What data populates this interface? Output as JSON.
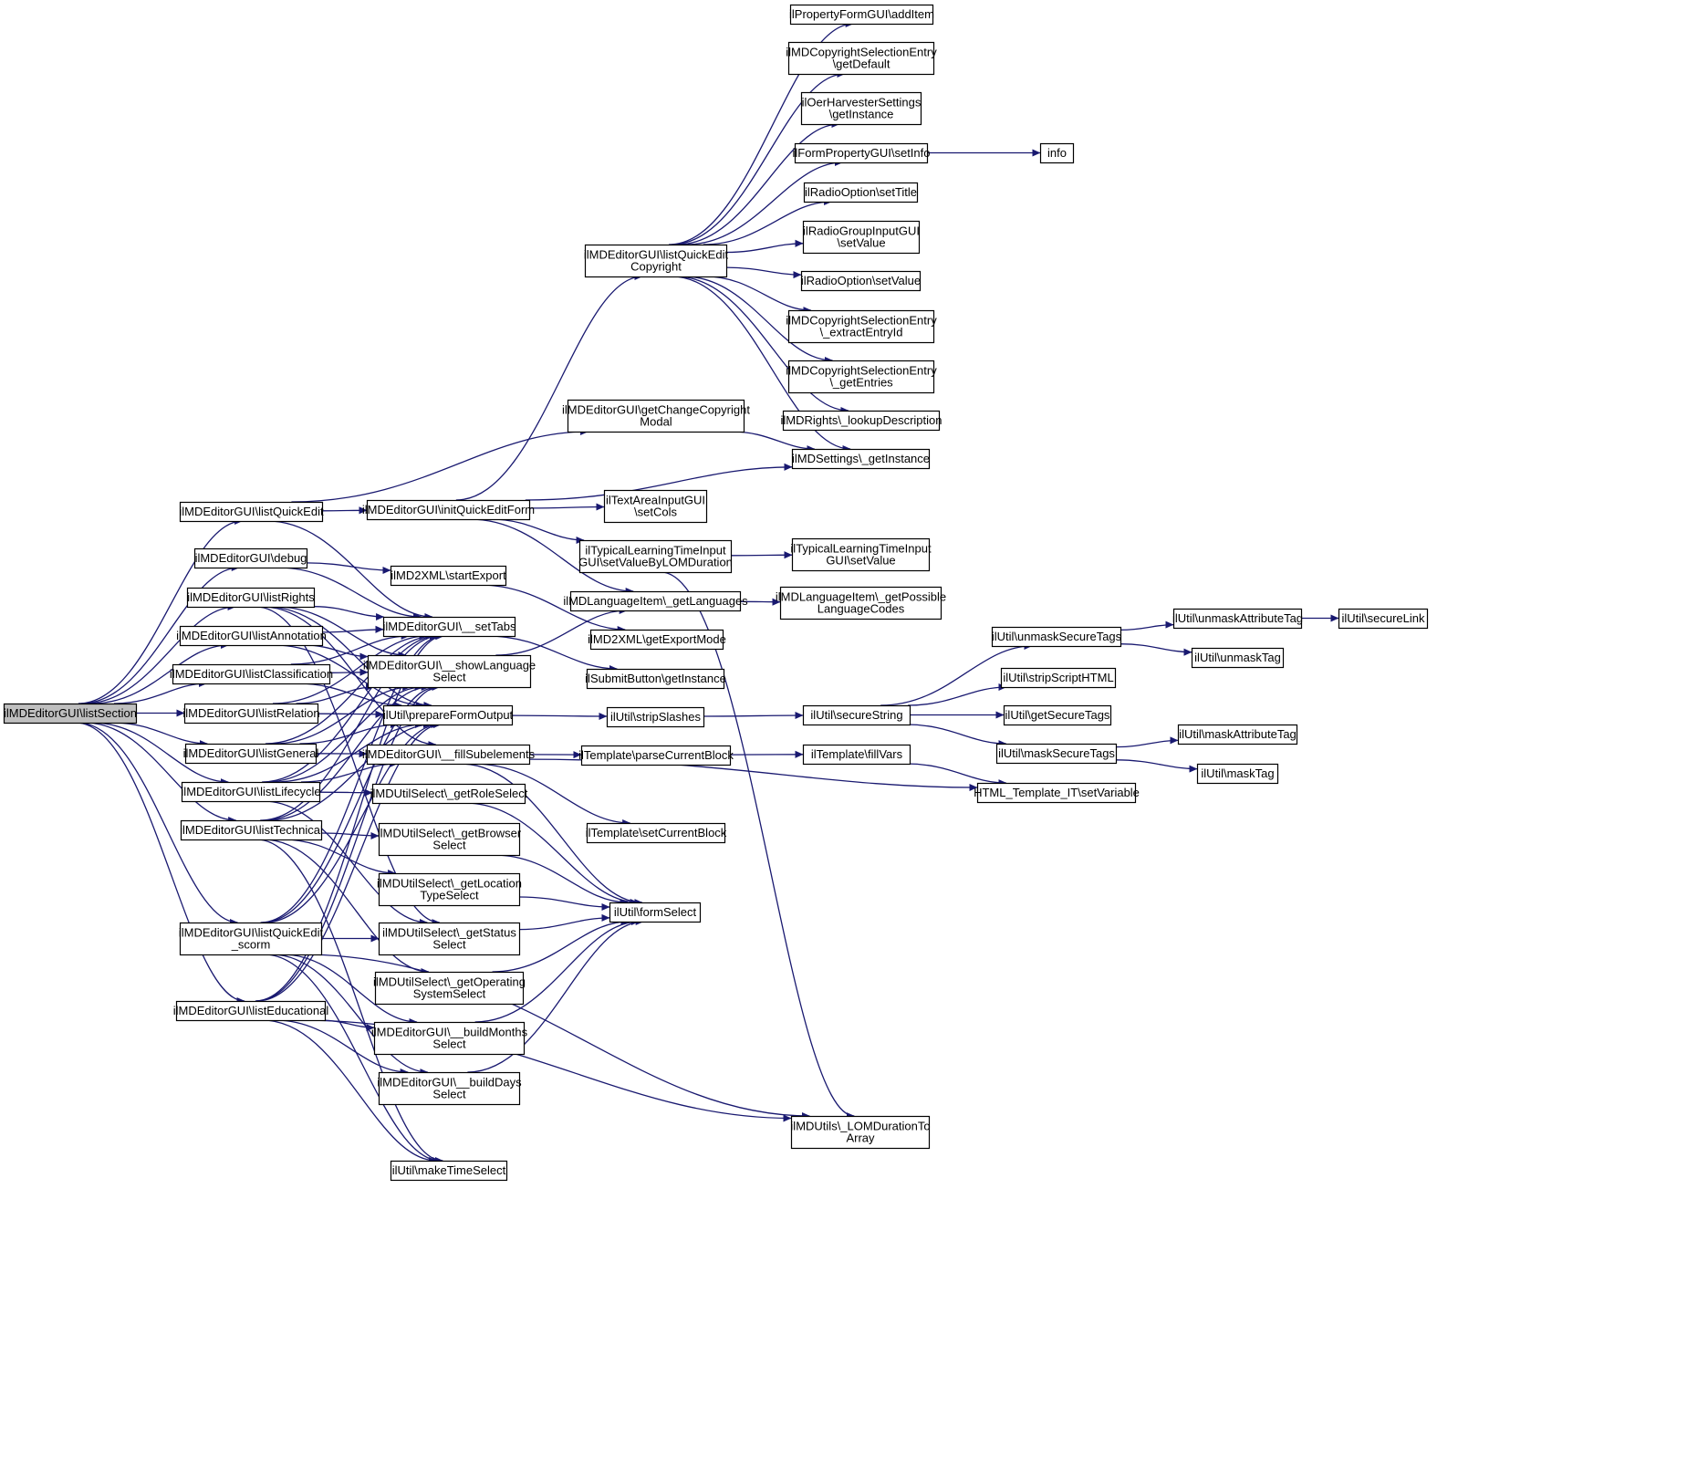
{
  "diagram": {
    "title": "",
    "colors": {
      "edge": "#191970",
      "node_border": "#000000",
      "node_fill": "#ffffff",
      "root_fill": "#bfbfbf"
    },
    "nodes": [
      {
        "id": "listSection",
        "lines": [
          "ilMDEditorGUI\\listSection"
        ],
        "root": true
      },
      {
        "id": "listQuickEdit",
        "lines": [
          "ilMDEditorGUI\\listQuickEdit"
        ]
      },
      {
        "id": "debug",
        "lines": [
          "ilMDEditorGUI\\debug"
        ]
      },
      {
        "id": "listRights",
        "lines": [
          "ilMDEditorGUI\\listRights"
        ]
      },
      {
        "id": "listAnnotation",
        "lines": [
          "ilMDEditorGUI\\listAnnotation"
        ]
      },
      {
        "id": "listClassification",
        "lines": [
          "ilMDEditorGUI\\listClassification"
        ]
      },
      {
        "id": "listRelation",
        "lines": [
          "ilMDEditorGUI\\listRelation"
        ]
      },
      {
        "id": "listGeneral",
        "lines": [
          "ilMDEditorGUI\\listGeneral"
        ]
      },
      {
        "id": "listLifecycle",
        "lines": [
          "ilMDEditorGUI\\listLifecycle"
        ]
      },
      {
        "id": "listTechnical",
        "lines": [
          "ilMDEditorGUI\\listTechnical"
        ]
      },
      {
        "id": "listQuickEdit_scorm",
        "lines": [
          "ilMDEditorGUI\\listQuickEdit",
          "_scorm"
        ]
      },
      {
        "id": "listEducational",
        "lines": [
          "ilMDEditorGUI\\listEducational"
        ]
      },
      {
        "id": "initQuickEditForm",
        "lines": [
          "ilMDEditorGUI\\initQuickEditForm"
        ]
      },
      {
        "id": "startExport",
        "lines": [
          "ilMD2XML\\startExport"
        ]
      },
      {
        "id": "setTabs",
        "lines": [
          "ilMDEditorGUI\\__setTabs"
        ]
      },
      {
        "id": "showLanguageSelect",
        "lines": [
          "ilMDEditorGUI\\__showLanguage",
          "Select"
        ]
      },
      {
        "id": "prepareFormOutput",
        "lines": [
          "ilUtil\\prepareFormOutput"
        ]
      },
      {
        "id": "fillSubelements",
        "lines": [
          "ilMDEditorGUI\\__fillSubelements"
        ]
      },
      {
        "id": "getRoleSelect",
        "lines": [
          "ilMDUtilSelect\\_getRoleSelect"
        ]
      },
      {
        "id": "getBrowserSelect",
        "lines": [
          "ilMDUtilSelect\\_getBrowser",
          "Select"
        ]
      },
      {
        "id": "getLocationTypeSelect",
        "lines": [
          "ilMDUtilSelect\\_getLocation",
          "TypeSelect"
        ]
      },
      {
        "id": "getStatusSelect",
        "lines": [
          "ilMDUtilSelect\\_getStatus",
          "Select"
        ]
      },
      {
        "id": "getOperatingSystemSelect",
        "lines": [
          "ilMDUtilSelect\\_getOperating",
          "SystemSelect"
        ]
      },
      {
        "id": "buildMonthsSelect",
        "lines": [
          "ilMDEditorGUI\\__buildMonths",
          "Select"
        ]
      },
      {
        "id": "buildDaysSelect",
        "lines": [
          "ilMDEditorGUI\\__buildDays",
          "Select"
        ]
      },
      {
        "id": "makeTimeSelect",
        "lines": [
          "ilUtil\\makeTimeSelect"
        ]
      },
      {
        "id": "listQuickEditCopyright",
        "lines": [
          "ilMDEditorGUI\\listQuickEdit",
          "Copyright"
        ]
      },
      {
        "id": "getChangeCopyrightModal",
        "lines": [
          "ilMDEditorGUI\\getChangeCopyright",
          "Modal"
        ]
      },
      {
        "id": "setCols",
        "lines": [
          "ilTextAreaInputGUI",
          "\\setCols"
        ]
      },
      {
        "id": "setValueByLOMDuration",
        "lines": [
          "ilTypicalLearningTimeInput",
          "GUI\\setValueByLOMDuration"
        ]
      },
      {
        "id": "getLanguages",
        "lines": [
          "ilMDLanguageItem\\_getLanguages"
        ]
      },
      {
        "id": "getExportMode",
        "lines": [
          "ilMD2XML\\getExportMode"
        ]
      },
      {
        "id": "submitGetInstance",
        "lines": [
          "ilSubmitButton\\getInstance"
        ]
      },
      {
        "id": "stripSlashes",
        "lines": [
          "ilUtil\\stripSlashes"
        ]
      },
      {
        "id": "parseCurrentBlock",
        "lines": [
          "ilTemplate\\parseCurrentBlock"
        ]
      },
      {
        "id": "setCurrentBlock",
        "lines": [
          "ilTemplate\\setCurrentBlock"
        ]
      },
      {
        "id": "formSelect",
        "lines": [
          "ilUtil\\formSelect"
        ]
      },
      {
        "id": "addItem",
        "lines": [
          "ilPropertyFormGUI\\addItem"
        ]
      },
      {
        "id": "getDefault",
        "lines": [
          "ilMDCopyrightSelectionEntry",
          "\\getDefault"
        ]
      },
      {
        "id": "oerGetInstance",
        "lines": [
          "ilOerHarvesterSettings",
          "\\getInstance"
        ]
      },
      {
        "id": "setInfo",
        "lines": [
          "ilFormPropertyGUI\\setInfo"
        ]
      },
      {
        "id": "radioSetTitle",
        "lines": [
          "ilRadioOption\\setTitle"
        ]
      },
      {
        "id": "radioGroupSetValue",
        "lines": [
          "ilRadioGroupInputGUI",
          "\\setValue"
        ]
      },
      {
        "id": "radioSetValue",
        "lines": [
          "ilRadioOption\\setValue"
        ]
      },
      {
        "id": "extractEntryId",
        "lines": [
          "ilMDCopyrightSelectionEntry",
          "\\_extractEntryId"
        ]
      },
      {
        "id": "getEntries",
        "lines": [
          "ilMDCopyrightSelectionEntry",
          "\\_getEntries"
        ]
      },
      {
        "id": "lookupDescription",
        "lines": [
          "ilMDRights\\_lookupDescription"
        ]
      },
      {
        "id": "mdSettingsGetInstance",
        "lines": [
          "ilMDSettings\\_getInstance"
        ]
      },
      {
        "id": "tltSetValue",
        "lines": [
          "ilTypicalLearningTimeInput",
          "GUI\\setValue"
        ]
      },
      {
        "id": "getPossibleLanguageCodes",
        "lines": [
          "ilMDLanguageItem\\_getPossible",
          "LanguageCodes"
        ]
      },
      {
        "id": "LOMDurationToArray",
        "lines": [
          "ilMDUtils\\_LOMDurationTo",
          "Array"
        ]
      },
      {
        "id": "secureString",
        "lines": [
          "ilUtil\\secureString"
        ]
      },
      {
        "id": "fillVars",
        "lines": [
          "ilTemplate\\fillVars"
        ]
      },
      {
        "id": "setVariable",
        "lines": [
          "HTML_Template_IT\\setVariable"
        ]
      },
      {
        "id": "info",
        "lines": [
          "info"
        ]
      },
      {
        "id": "unmaskSecureTags",
        "lines": [
          "ilUtil\\unmaskSecureTags"
        ]
      },
      {
        "id": "stripScriptHTML",
        "lines": [
          "ilUtil\\stripScriptHTML"
        ]
      },
      {
        "id": "getSecureTags",
        "lines": [
          "ilUtil\\getSecureTags"
        ]
      },
      {
        "id": "maskSecureTags",
        "lines": [
          "ilUtil\\maskSecureTags"
        ]
      },
      {
        "id": "unmaskAttributeTag",
        "lines": [
          "ilUtil\\unmaskAttributeTag"
        ]
      },
      {
        "id": "unmaskTag",
        "lines": [
          "ilUtil\\unmaskTag"
        ]
      },
      {
        "id": "maskAttributeTag",
        "lines": [
          "ilUtil\\maskAttributeTag"
        ]
      },
      {
        "id": "maskTag",
        "lines": [
          "ilUtil\\maskTag"
        ]
      },
      {
        "id": "secureLink",
        "lines": [
          "ilUtil\\secureLink"
        ]
      }
    ],
    "edges": [
      [
        "listSection",
        "listQuickEdit"
      ],
      [
        "listSection",
        "debug"
      ],
      [
        "listSection",
        "listRights"
      ],
      [
        "listSection",
        "listAnnotation"
      ],
      [
        "listSection",
        "listClassification"
      ],
      [
        "listSection",
        "listRelation"
      ],
      [
        "listSection",
        "listGeneral"
      ],
      [
        "listSection",
        "listLifecycle"
      ],
      [
        "listSection",
        "listTechnical"
      ],
      [
        "listSection",
        "listQuickEdit_scorm"
      ],
      [
        "listSection",
        "listEducational"
      ],
      [
        "listQuickEdit",
        "initQuickEditForm"
      ],
      [
        "listQuickEdit",
        "getChangeCopyrightModal"
      ],
      [
        "listQuickEdit",
        "setTabs"
      ],
      [
        "debug",
        "startExport"
      ],
      [
        "debug",
        "setTabs"
      ],
      [
        "listRights",
        "setTabs"
      ],
      [
        "listRights",
        "showLanguageSelect"
      ],
      [
        "listRights",
        "prepareFormOutput"
      ],
      [
        "listRights",
        "fillSubelements"
      ],
      [
        "listRights",
        "getStatusSelect"
      ],
      [
        "listAnnotation",
        "setTabs"
      ],
      [
        "listAnnotation",
        "showLanguageSelect"
      ],
      [
        "listAnnotation",
        "prepareFormOutput"
      ],
      [
        "listClassification",
        "setTabs"
      ],
      [
        "listClassification",
        "showLanguageSelect"
      ],
      [
        "listClassification",
        "prepareFormOutput"
      ],
      [
        "listRelation",
        "setTabs"
      ],
      [
        "listRelation",
        "showLanguageSelect"
      ],
      [
        "listRelation",
        "prepareFormOutput"
      ],
      [
        "listGeneral",
        "setTabs"
      ],
      [
        "listGeneral",
        "showLanguageSelect"
      ],
      [
        "listGeneral",
        "prepareFormOutput"
      ],
      [
        "listGeneral",
        "fillSubelements"
      ],
      [
        "listLifecycle",
        "setTabs"
      ],
      [
        "listLifecycle",
        "showLanguageSelect"
      ],
      [
        "listLifecycle",
        "prepareFormOutput"
      ],
      [
        "listLifecycle",
        "fillSubelements"
      ],
      [
        "listLifecycle",
        "getRoleSelect"
      ],
      [
        "listLifecycle",
        "getStatusSelect"
      ],
      [
        "listTechnical",
        "setTabs"
      ],
      [
        "listTechnical",
        "showLanguageSelect"
      ],
      [
        "listTechnical",
        "prepareFormOutput"
      ],
      [
        "listTechnical",
        "getBrowserSelect"
      ],
      [
        "listTechnical",
        "getLocationTypeSelect"
      ],
      [
        "listTechnical",
        "getOperatingSystemSelect"
      ],
      [
        "listTechnical",
        "makeTimeSelect"
      ],
      [
        "listQuickEdit_scorm",
        "setTabs"
      ],
      [
        "listQuickEdit_scorm",
        "showLanguageSelect"
      ],
      [
        "listQuickEdit_scorm",
        "prepareFormOutput"
      ],
      [
        "listQuickEdit_scorm",
        "getStatusSelect"
      ],
      [
        "listQuickEdit_scorm",
        "buildMonthsSelect"
      ],
      [
        "listQuickEdit_scorm",
        "buildDaysSelect"
      ],
      [
        "listQuickEdit_scorm",
        "makeTimeSelect"
      ],
      [
        "listQuickEdit_scorm",
        "LOMDurationToArray"
      ],
      [
        "listEducational",
        "setTabs"
      ],
      [
        "listEducational",
        "showLanguageSelect"
      ],
      [
        "listEducational",
        "prepareFormOutput"
      ],
      [
        "listEducational",
        "buildMonthsSelect"
      ],
      [
        "listEducational",
        "buildDaysSelect"
      ],
      [
        "listEducational",
        "makeTimeSelect"
      ],
      [
        "listEducational",
        "LOMDurationToArray"
      ],
      [
        "initQuickEditForm",
        "listQuickEditCopyright"
      ],
      [
        "initQuickEditForm",
        "mdSettingsGetInstance"
      ],
      [
        "initQuickEditForm",
        "setCols"
      ],
      [
        "initQuickEditForm",
        "setValueByLOMDuration"
      ],
      [
        "initQuickEditForm",
        "getLanguages"
      ],
      [
        "startExport",
        "getExportMode"
      ],
      [
        "setTabs",
        "submitGetInstance"
      ],
      [
        "showLanguageSelect",
        "getLanguages"
      ],
      [
        "prepareFormOutput",
        "stripSlashes"
      ],
      [
        "fillSubelements",
        "parseCurrentBlock"
      ],
      [
        "fillSubelements",
        "setCurrentBlock"
      ],
      [
        "fillSubelements",
        "setVariable"
      ],
      [
        "fillSubelements",
        "formSelect"
      ],
      [
        "getRoleSelect",
        "formSelect"
      ],
      [
        "getBrowserSelect",
        "formSelect"
      ],
      [
        "getLocationTypeSelect",
        "formSelect"
      ],
      [
        "getStatusSelect",
        "formSelect"
      ],
      [
        "getOperatingSystemSelect",
        "formSelect"
      ],
      [
        "buildMonthsSelect",
        "formSelect"
      ],
      [
        "buildDaysSelect",
        "formSelect"
      ],
      [
        "listQuickEditCopyright",
        "addItem"
      ],
      [
        "listQuickEditCopyright",
        "getDefault"
      ],
      [
        "listQuickEditCopyright",
        "oerGetInstance"
      ],
      [
        "listQuickEditCopyright",
        "setInfo"
      ],
      [
        "listQuickEditCopyright",
        "radioSetTitle"
      ],
      [
        "listQuickEditCopyright",
        "radioGroupSetValue"
      ],
      [
        "listQuickEditCopyright",
        "radioSetValue"
      ],
      [
        "listQuickEditCopyright",
        "extractEntryId"
      ],
      [
        "listQuickEditCopyright",
        "getEntries"
      ],
      [
        "listQuickEditCopyright",
        "lookupDescription"
      ],
      [
        "listQuickEditCopyright",
        "mdSettingsGetInstance"
      ],
      [
        "getChangeCopyrightModal",
        "mdSettingsGetInstance"
      ],
      [
        "setValueByLOMDuration",
        "tltSetValue"
      ],
      [
        "setValueByLOMDuration",
        "LOMDurationToArray"
      ],
      [
        "getLanguages",
        "getPossibleLanguageCodes"
      ],
      [
        "stripSlashes",
        "secureString"
      ],
      [
        "parseCurrentBlock",
        "fillVars"
      ],
      [
        "fillVars",
        "setVariable"
      ],
      [
        "setInfo",
        "info"
      ],
      [
        "secureString",
        "unmaskSecureTags"
      ],
      [
        "secureString",
        "stripScriptHTML"
      ],
      [
        "secureString",
        "getSecureTags"
      ],
      [
        "secureString",
        "maskSecureTags"
      ],
      [
        "unmaskSecureTags",
        "unmaskAttributeTag"
      ],
      [
        "unmaskSecureTags",
        "unmaskTag"
      ],
      [
        "maskSecureTags",
        "maskAttributeTag"
      ],
      [
        "maskSecureTags",
        "maskTag"
      ],
      [
        "unmaskAttributeTag",
        "secureLink"
      ]
    ]
  }
}
